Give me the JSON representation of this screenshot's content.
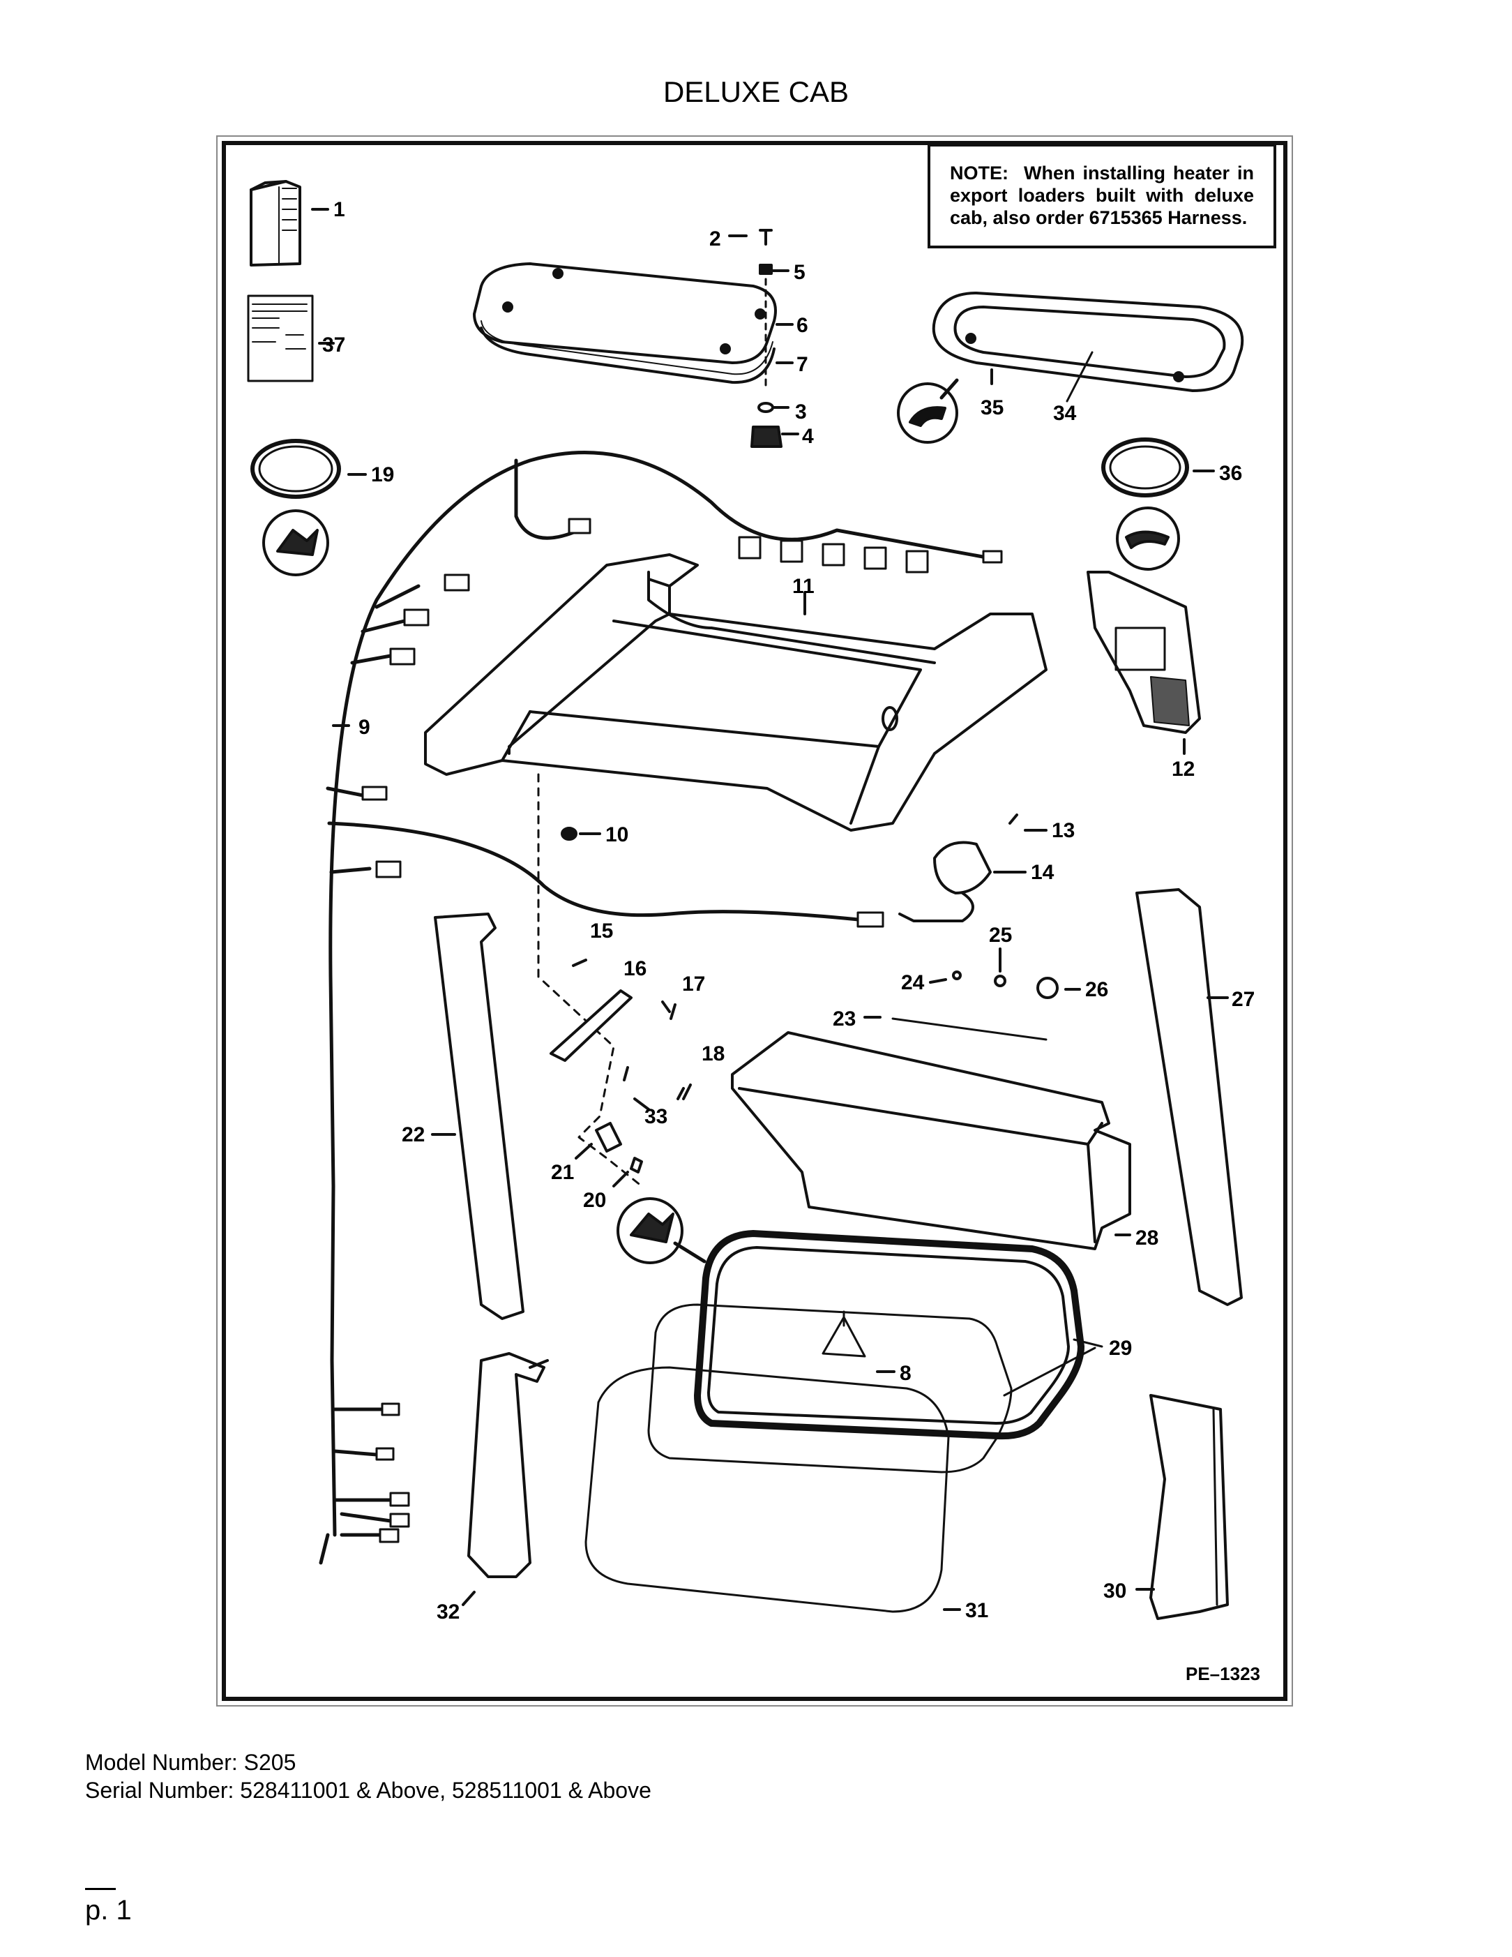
{
  "title": "DELUXE CAB",
  "note": {
    "label": "NOTE:",
    "text": "When installing heater in export loaders built with deluxe cab, also order 6715365 Harness."
  },
  "diagram_code": "PE–1323",
  "callouts": [
    "1",
    "2",
    "3",
    "4",
    "5",
    "6",
    "7",
    "8",
    "9",
    "10",
    "11",
    "12",
    "13",
    "14",
    "15",
    "16",
    "17",
    "18",
    "19",
    "20",
    "21",
    "22",
    "23",
    "24",
    "25",
    "26",
    "27",
    "28",
    "29",
    "30",
    "31",
    "32",
    "33",
    "34",
    "35",
    "36",
    "37"
  ],
  "footer": {
    "model": "Model Number: S205",
    "serial": "Serial Number: 528411001 & Above, 528511001 & Above"
  },
  "page": "p. 1"
}
